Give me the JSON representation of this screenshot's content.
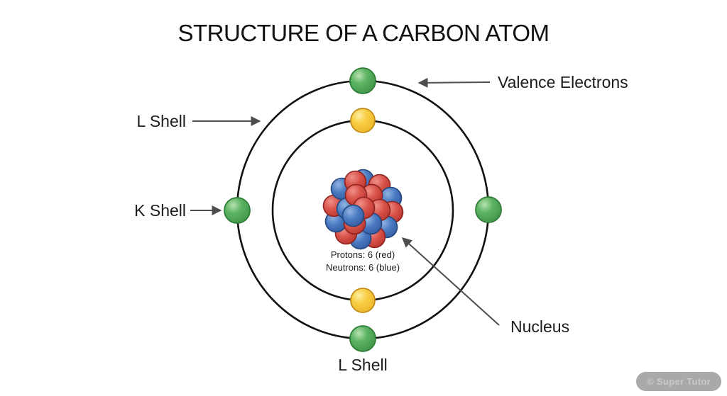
{
  "title": "STRUCTURE OF A CARBON ATOM",
  "labels": {
    "l_shell_left": "L Shell",
    "k_shell": "K Shell",
    "valence_electrons": "Valence Electrons",
    "nucleus": "Nucleus",
    "l_shell_bottom": "L Shell"
  },
  "nucleus_caption": {
    "protons": "Protons: 6 (red)",
    "neutrons": "Neutrons: 6 (blue)"
  },
  "diagram": {
    "shells": [
      {
        "position": "outer",
        "electron_color": "green",
        "electrons_shown": 4
      },
      {
        "position": "inner",
        "electron_color": "yellow",
        "electrons_shown": 2
      }
    ]
  },
  "watermark": "© Super Tutor",
  "colors": {
    "outer_electron": "#57b25c",
    "inner_electron": "#f7c93e",
    "proton_red": "#d9534a",
    "neutron_blue": "#4a7ac2",
    "shell_stroke": "#111111",
    "arrow": "#4d4d4d"
  }
}
